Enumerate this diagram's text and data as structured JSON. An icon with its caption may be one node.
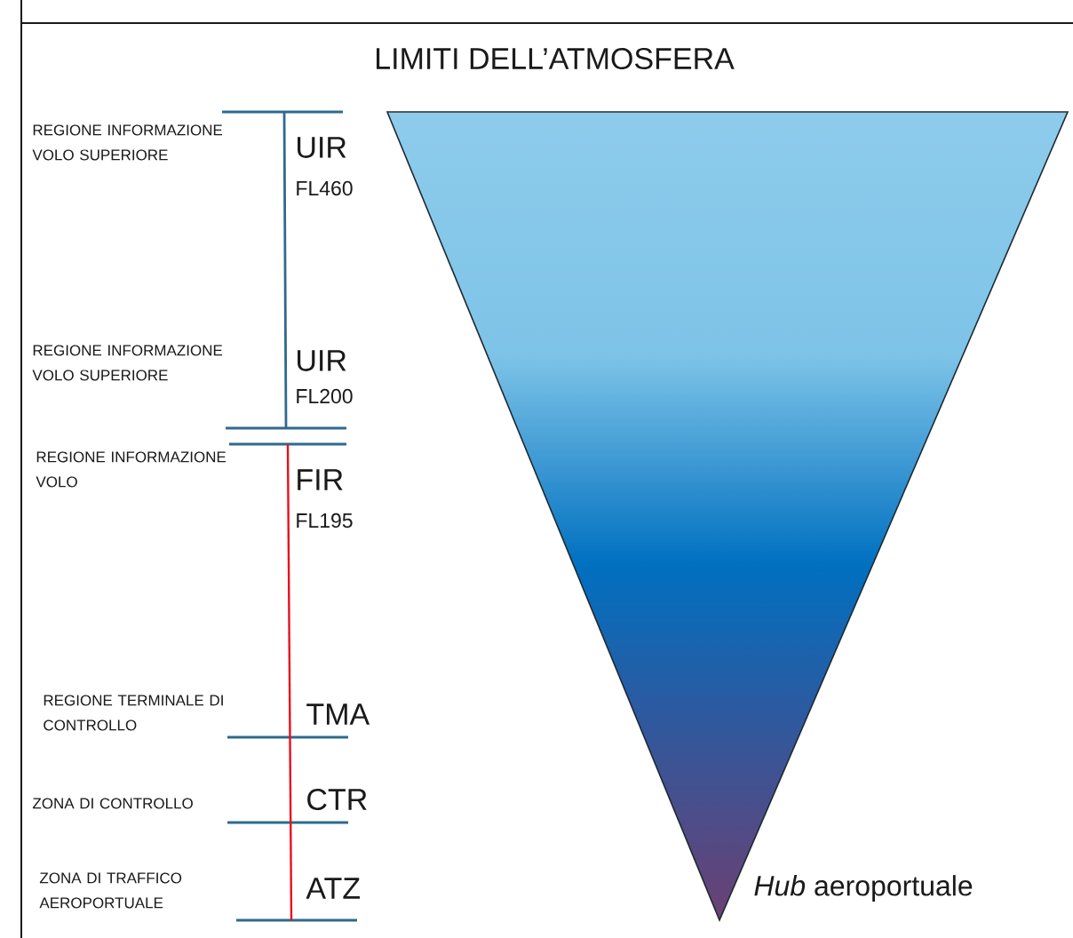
{
  "diagram": {
    "title": "LIMITI DELL’ATMOSFERA",
    "labels": [
      "REGIONE INFORMAZIONE VOLO SUPERIORE",
      "UIR",
      "FL460",
      "REGIONE INFORMAZIONE VOLO SUPERIORE",
      "UIR",
      "FL200",
      "REGIONE INFORMAZIONE VOLO",
      "FIR",
      "FL195",
      "REGIONE TERMINALE DI CONTROLLO",
      "TMA",
      "ZONA DI CONTROLLO",
      "CTR",
      "ZONA DI TRAFFICO AEROPORTUALE",
      "ATZ",
      "*Hub* aeroportuale"
    ]
  }
}
